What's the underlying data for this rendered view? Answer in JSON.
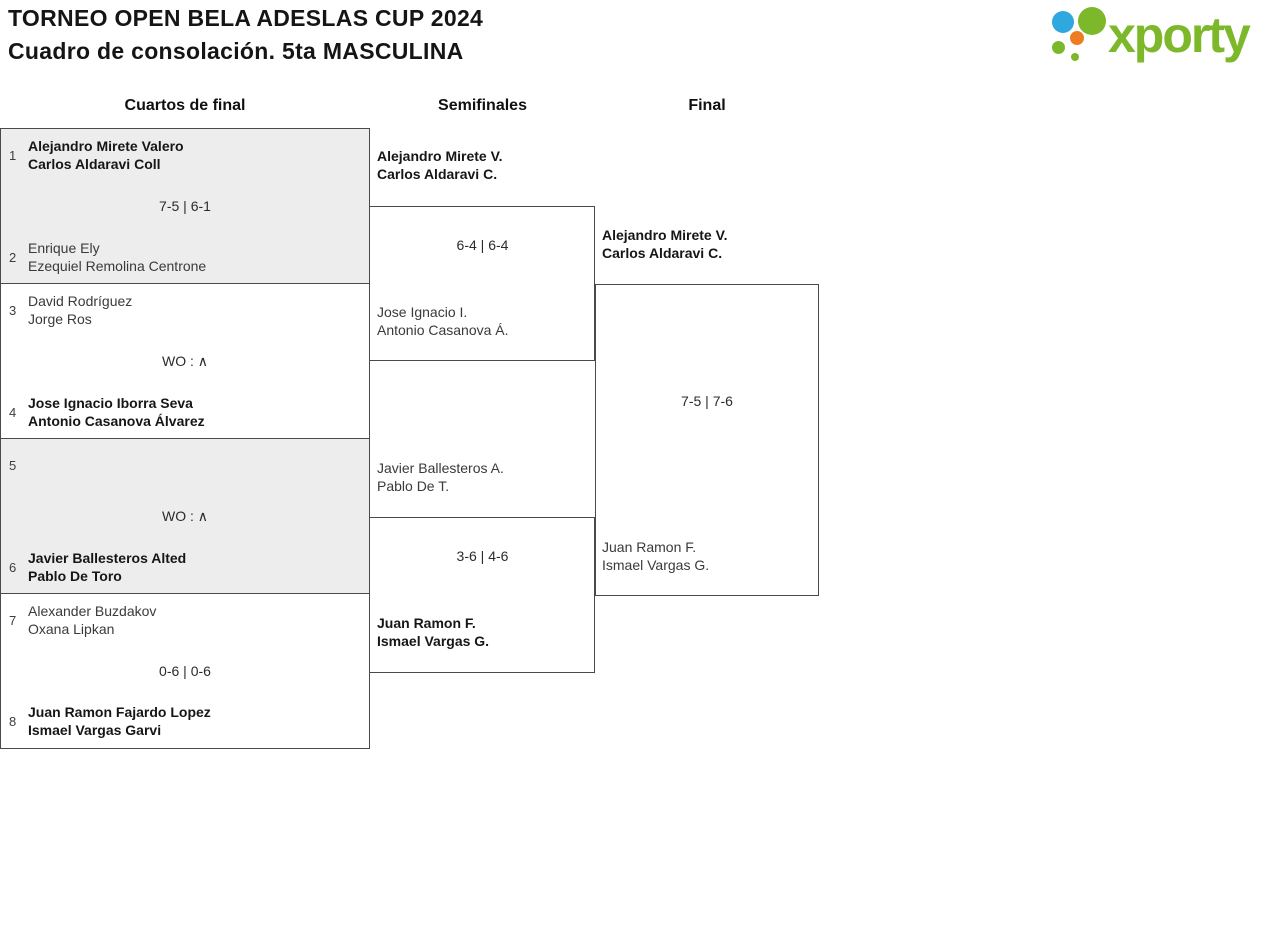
{
  "header": {
    "title_line1": "TORNEO OPEN BELA ADESLAS CUP 2024",
    "title_line2": "Cuadro de consolación. 5ta MASCULINA"
  },
  "logo": {
    "text": "xporty",
    "green": "#7cb829",
    "blue": "#2ea8df",
    "orange": "#ee7d22"
  },
  "round_headers": {
    "quarterfinals": "Cuartos de final",
    "semifinals": "Semifinales",
    "final": "Final"
  },
  "quarterfinals": [
    {
      "top": {
        "seed": "1",
        "name1": "Alejandro Mirete Valero",
        "name2": "Carlos Aldaravi Coll"
      },
      "score": "7-5 | 6-1",
      "bottom": {
        "seed": "2",
        "name1": "Enrique Ely",
        "name2": "Ezequiel Remolina Centrone"
      }
    },
    {
      "top": {
        "seed": "3",
        "name1": "David Rodríguez",
        "name2": "Jorge Ros"
      },
      "score": "WO : ∧",
      "bottom": {
        "seed": "4",
        "name1": "Jose Ignacio Iborra Seva",
        "name2": "Antonio Casanova Álvarez"
      }
    },
    {
      "top": {
        "seed": "5",
        "name1": "",
        "name2": ""
      },
      "score": "WO : ∧",
      "bottom": {
        "seed": "6",
        "name1": "Javier Ballesteros Alted",
        "name2": "Pablo De Toro"
      }
    },
    {
      "top": {
        "seed": "7",
        "name1": "Alexander Buzdakov",
        "name2": "Oxana Lipkan"
      },
      "score": "0-6 | 0-6",
      "bottom": {
        "seed": "8",
        "name1": "Juan Ramon Fajardo Lopez",
        "name2": "Ismael Vargas Garvi"
      }
    }
  ],
  "semifinals": [
    {
      "top": {
        "name1": "Alejandro Mirete V.",
        "name2": "Carlos Aldaravi C."
      },
      "score": "6-4 | 6-4",
      "bottom": {
        "name1": "Jose Ignacio I.",
        "name2": "Antonio Casanova Á."
      }
    },
    {
      "top": {
        "name1": "Javier Ballesteros A.",
        "name2": "Pablo De T."
      },
      "score": "3-6 | 4-6",
      "bottom": {
        "name1": "Juan Ramon F.",
        "name2": "Ismael Vargas G."
      }
    }
  ],
  "final": {
    "top": {
      "name1": "Alejandro Mirete V.",
      "name2": "Carlos Aldaravi C."
    },
    "score": "7-5 | 7-6",
    "bottom": {
      "name1": "Juan Ramon F.",
      "name2": "Ismael Vargas G."
    }
  }
}
